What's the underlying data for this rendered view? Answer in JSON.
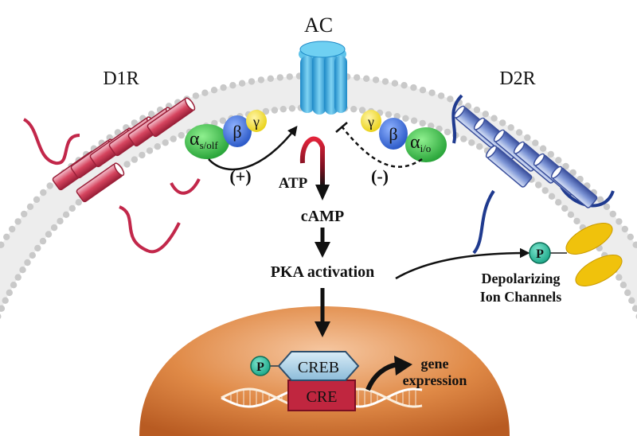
{
  "labels": {
    "ac": "AC",
    "d1r": "D1R",
    "d2r": "D2R",
    "alpha_s": "α",
    "alpha_s_sub": "s/olf",
    "alpha_i": "α",
    "alpha_i_sub": "i/o",
    "beta": "β",
    "gamma": "γ",
    "plus": "(+)",
    "minus": "(-)",
    "atp": "ATP",
    "camp": "cAMP",
    "pka": "PKA activation",
    "depol_1": "Depolarizing",
    "depol_2": "Ion Channels",
    "p": "P",
    "creb": "CREB",
    "cre": "CRE",
    "gene_1": "gene",
    "gene_2": "expression"
  },
  "colors": {
    "membrane_head": "#c9c9c9",
    "d1r_red": "#c2274a",
    "d2r_blue": "#1f3a8f",
    "ac_cyan": "#2ea6d6",
    "alpha_green": "#3cc34a",
    "beta_blue": "#3a6fd8",
    "gamma_yellow": "#f3dc2a",
    "phospho_teal": "#2bbfa0",
    "ion_channel": "#f0c20c",
    "nucleus": "#d9803a",
    "creb_blue": "#a9cfe6",
    "cre_red": "#c0263f"
  }
}
